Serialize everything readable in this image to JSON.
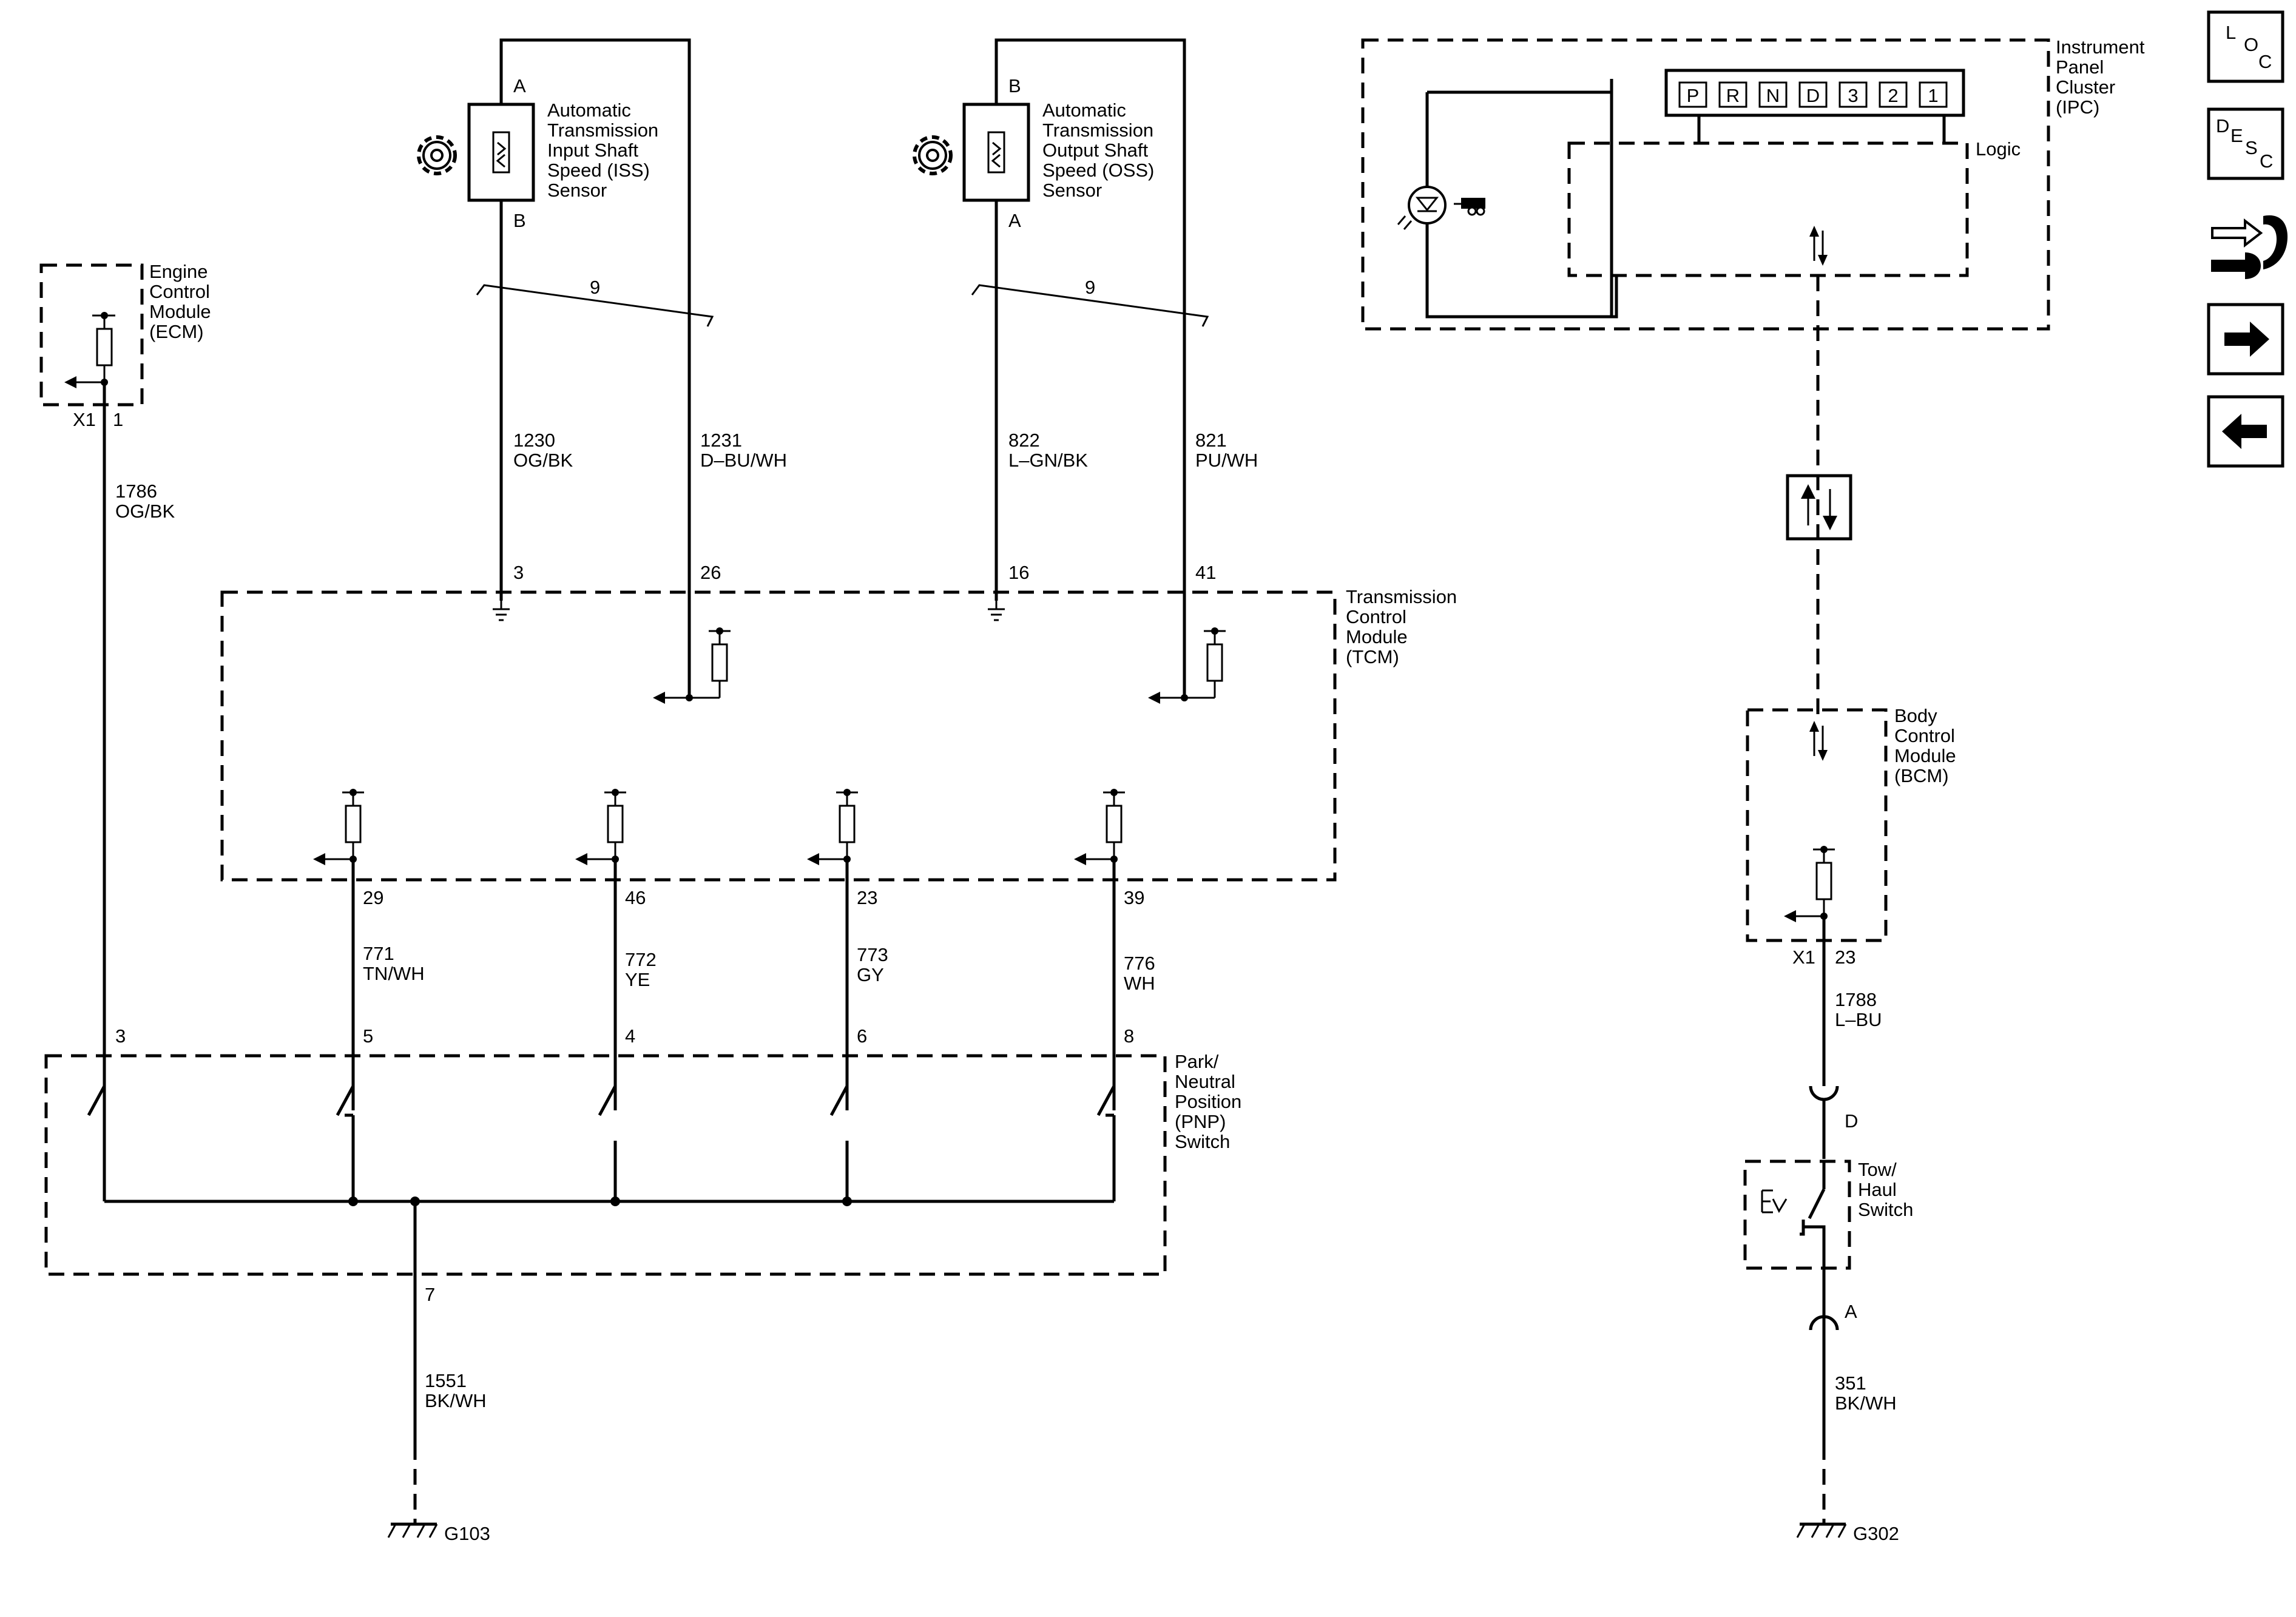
{
  "modules": {
    "ecm": [
      "Engine",
      "Control",
      "Module",
      "(ECM)"
    ],
    "iss": [
      "Automatic",
      "Transmission",
      "Input Shaft",
      "Speed (ISS)",
      "Sensor"
    ],
    "oss": [
      "Automatic",
      "Transmission",
      "Output Shaft",
      "Speed (OSS)",
      "Sensor"
    ],
    "tcm": [
      "Transmission",
      "Control",
      "Module",
      "(TCM)"
    ],
    "pnp": [
      "Park/",
      "Neutral",
      "Position",
      "(PNP)",
      "Switch"
    ],
    "ipc": [
      "Instrument",
      "Panel",
      "Cluster",
      "(IPC)"
    ],
    "ipc_logic": "Logic",
    "bcm": [
      "Body",
      "Control",
      "Module",
      "(BCM)"
    ],
    "tow": [
      "Tow/",
      "Haul",
      "Switch"
    ]
  },
  "gear_indicator": [
    "P",
    "R",
    "N",
    "D",
    "3",
    "2",
    "1"
  ],
  "wires": {
    "w1786": [
      "1786",
      "OG/BK"
    ],
    "w1230": [
      "1230",
      "OG/BK"
    ],
    "w1231": [
      "1231",
      "D–BU/WH"
    ],
    "w822": [
      "822",
      "L–GN/BK"
    ],
    "w821": [
      "821",
      "PU/WH"
    ],
    "w771": [
      "771",
      "TN/WH"
    ],
    "w772": [
      "772",
      "YE"
    ],
    "w773": [
      "773",
      "GY"
    ],
    "w776": [
      "776",
      "WH"
    ],
    "w1551": [
      "1551",
      "BK/WH"
    ],
    "w1788": [
      "1788",
      "L–BU"
    ],
    "w351": [
      "351",
      "BK/WH"
    ]
  },
  "pins": {
    "ecm_conn": "X1",
    "ecm_pin": "1",
    "iss_a": "A",
    "iss_b": "B",
    "oss_b": "B",
    "oss_a": "A",
    "twist_iss": "9",
    "twist_oss": "9",
    "tcm_3": "3",
    "tcm_26": "26",
    "tcm_16": "16",
    "tcm_41": "41",
    "tcm_29": "29",
    "tcm_46": "46",
    "tcm_23": "23",
    "tcm_39": "39",
    "pnp_3": "3",
    "pnp_5": "5",
    "pnp_4": "4",
    "pnp_6": "6",
    "pnp_8": "8",
    "pnp_7": "7",
    "bcm_conn": "X1",
    "bcm_pin": "23",
    "tow_d": "D",
    "tow_a": "A"
  },
  "grounds": {
    "g103": "G103",
    "g302": "G302"
  },
  "nav": {
    "loc": [
      "L",
      "O",
      "C"
    ],
    "desc": [
      "D",
      "E",
      "S",
      "C"
    ]
  }
}
